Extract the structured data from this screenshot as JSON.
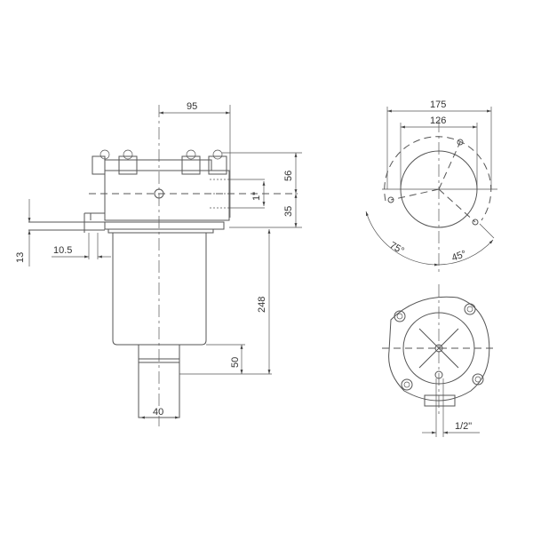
{
  "dimensions": {
    "width_to_center": "95",
    "top_height": "56",
    "port_offset": "35",
    "port_size": "1\"",
    "flange_thickness": "13",
    "mount_gap": "10.5",
    "bowl_length": "248",
    "outlet_length": "50",
    "outlet_diameter": "40",
    "outer_diameter": "175",
    "bolt_circle": "126",
    "angle_a": "75°",
    "angle_b": "45°",
    "drain_thread": "1/2\""
  }
}
